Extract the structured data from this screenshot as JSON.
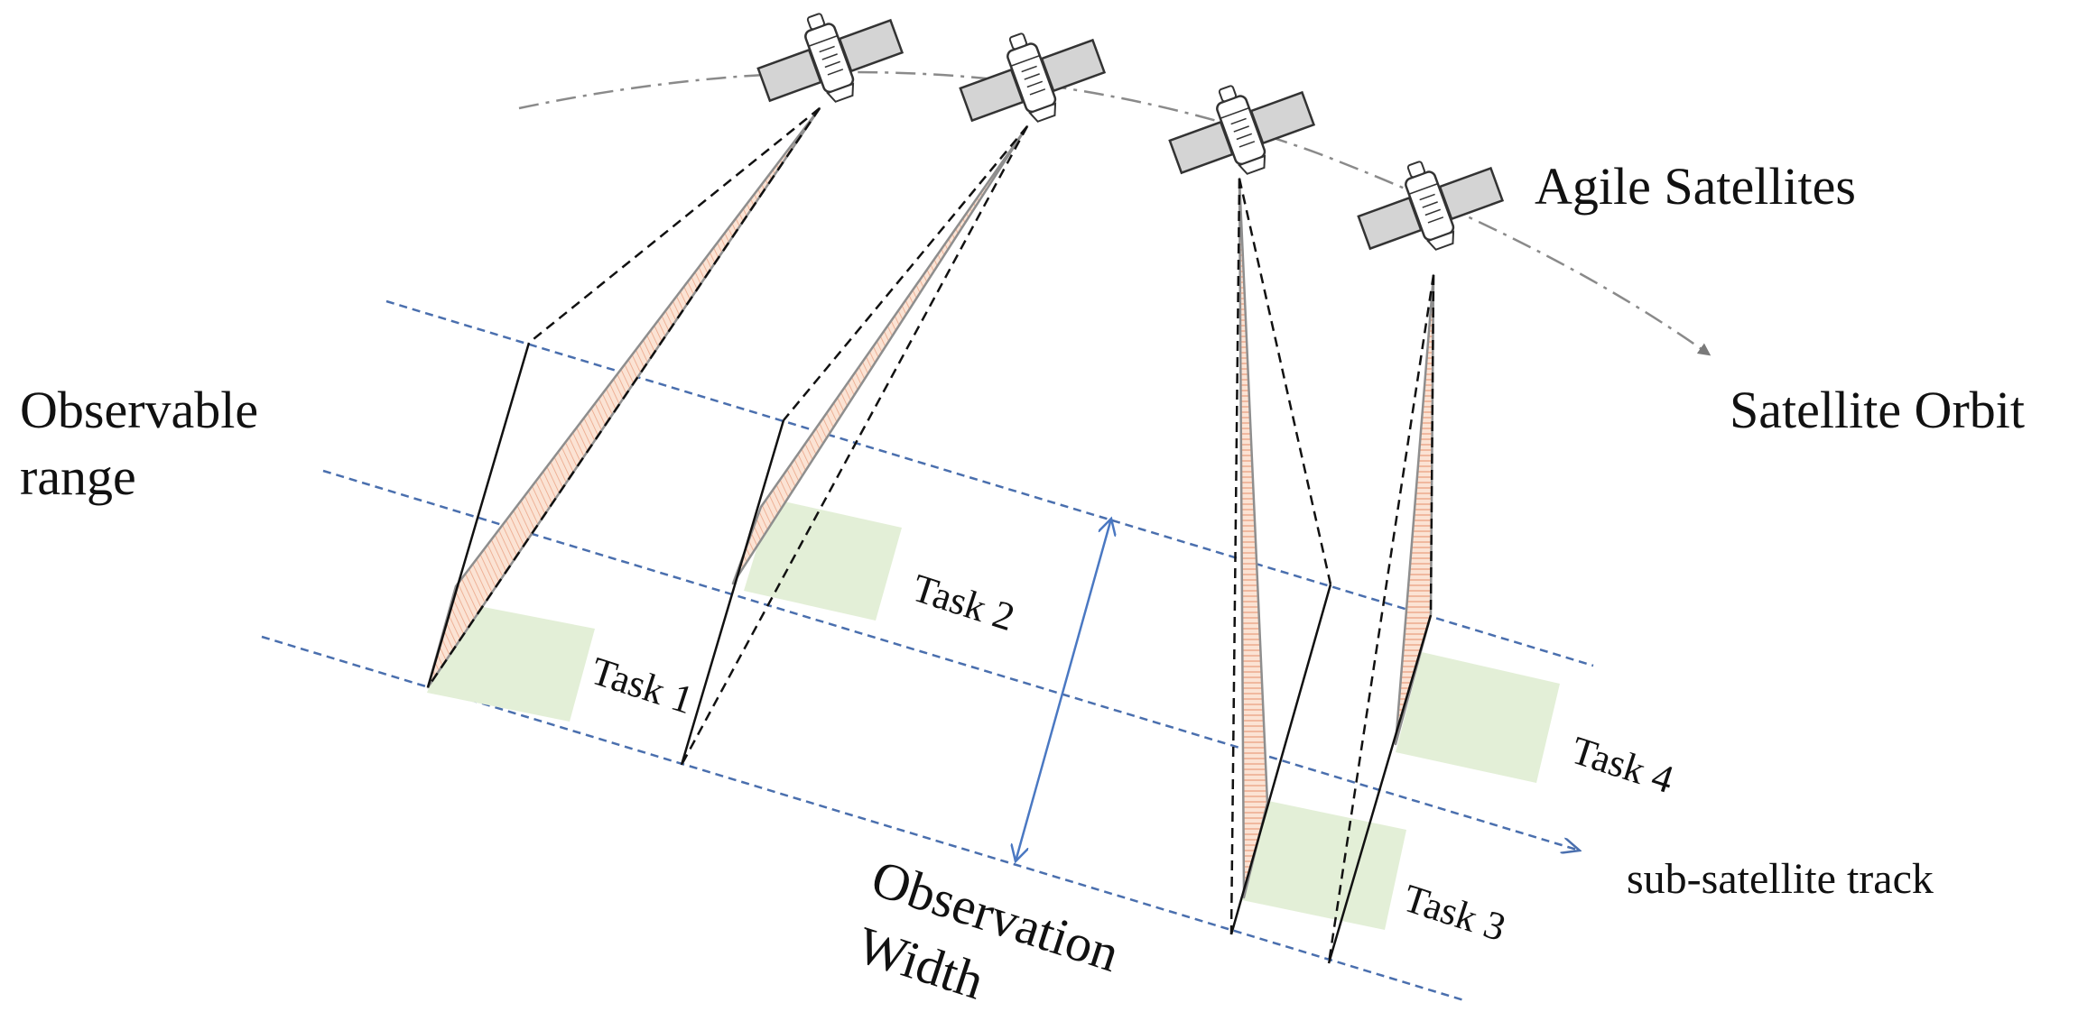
{
  "labels": {
    "agile_satellites": "Agile Satellites",
    "satellite_orbit": "Satellite Orbit",
    "observable_range_line1": "Observable",
    "observable_range_line2": "range",
    "sub_satellite_track": "sub-satellite track",
    "observation_width_line1": "Observation",
    "observation_width_line2": "Width"
  },
  "tasks": [
    "Task 1",
    "Task 2",
    "Task 3",
    "Task 4"
  ],
  "colors": {
    "track_line": "#4a6fae",
    "orbit_line": "#8a8a8a",
    "task_area": "#e3efd7",
    "beam_fill": "#fbe3d4",
    "beam_stripe": "#e8a183",
    "satellite_panel": "#d4d4d4",
    "width_arrow": "#4a78c2"
  }
}
